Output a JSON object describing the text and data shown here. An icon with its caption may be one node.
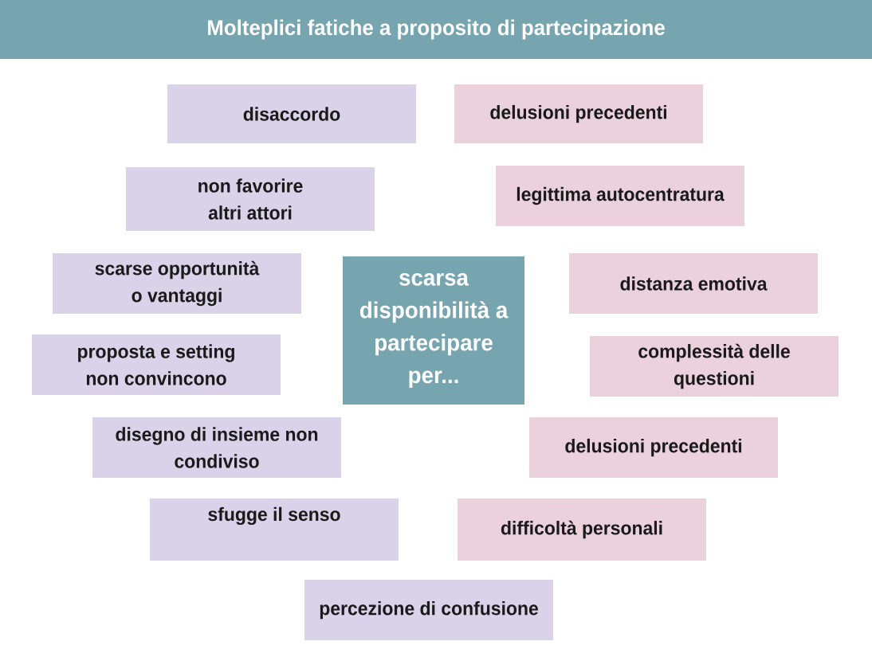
{
  "diagram": {
    "title": "Molteplici fatiche a proposito di partecipazione",
    "nodes": [
      {
        "text": [
          "disaccordo"
        ]
      },
      {
        "text": [
          "delusioni precedenti"
        ]
      },
      {
        "text": [
          "non favorire altri attori"
        ]
      },
      {
        "text": [
          "legittima autocentratura"
        ]
      },
      {
        "text": [
          "scarse opportunità o vantaggi"
        ]
      },
      {
        "text": [
          "scarsa disponibilità a partecipare per..."
        ]
      },
      {
        "text": [
          "distanza emotiva"
        ]
      },
      {
        "text": [
          "proposta e setting non convincono"
        ]
      },
      {
        "text": [
          "complessità delle questioni"
        ]
      },
      {
        "text": [
          "disegno di insieme non condiviso"
        ]
      },
      {
        "text": [
          "delusioni precedenti"
        ]
      },
      {
        "text": [
          "sfugge il senso"
        ]
      },
      {
        "text": [
          "difficoltà personali"
        ]
      },
      {
        "text": [
          "percezione di confusione"
        ]
      }
    ]
  }
}
